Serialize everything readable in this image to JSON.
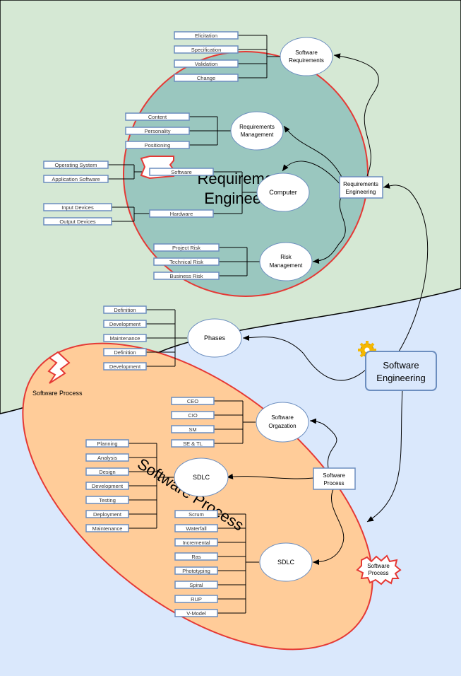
{
  "colors": {
    "top_region": "#d5e8d4",
    "bottom_region": "#dae8fc",
    "req_circle_fill": "#9ac7bf",
    "req_circle_stroke": "#e53935",
    "sp_ellipse_fill": "#ffcc99",
    "node_stroke": "#6c8ebf",
    "line": "#000000"
  },
  "requirements": {
    "watermark_line1": "Requirements",
    "watermark_line2": "Engineering",
    "hub": {
      "line1": "Requirements",
      "line2": "Engineering"
    },
    "software_requirements": {
      "line1": "Software",
      "line2": "Requirements",
      "items": [
        "Elicitation",
        "Specification",
        "Validation",
        "Change"
      ]
    },
    "requirements_management": {
      "line1": "Requirements",
      "line2": "Management",
      "items": [
        "Content",
        "Personality",
        "Positioning"
      ]
    },
    "computer": {
      "label": "Computer",
      "software_label": "Software",
      "software_items": [
        "Operating System",
        "Application Software"
      ],
      "hardware_label": "Hardware",
      "hardware_items": [
        "Input Devices",
        "Output Devices"
      ]
    },
    "risk_management": {
      "line1": "Risk",
      "line2": "Management",
      "items": [
        "Project Risk",
        "Technical Risk",
        "Business Risk"
      ]
    }
  },
  "software_engineering": {
    "line1": "Software",
    "line2": "Engineering"
  },
  "phases": {
    "label": "Phases",
    "items": [
      "Definition",
      "Development",
      "Maintenance",
      "Definition",
      "Development"
    ]
  },
  "software_process": {
    "watermark": "Software Process",
    "callout_top_left": "Software Process",
    "callout_burst_line1": "Software",
    "callout_burst_line2": "Process",
    "hub": {
      "line1": "Software",
      "line2": "Process"
    },
    "organization": {
      "line1": "Software",
      "line2": "Orgazation",
      "items": [
        "CEO",
        "CIO",
        "SM",
        "SE & TL"
      ]
    },
    "sdlc_phases": {
      "label": "SDLC",
      "items": [
        "Planning",
        "Analysis",
        "Design",
        "Development",
        "Testing",
        "Deployment",
        "Maintenance"
      ]
    },
    "sdlc_models": {
      "label": "SDLC",
      "items": [
        "Scrum",
        "Waterfall",
        "Incremental",
        "Ras",
        "Phototyping",
        "Spiral",
        "RUP",
        "V-Model"
      ]
    }
  }
}
